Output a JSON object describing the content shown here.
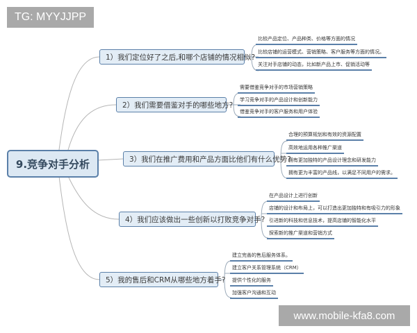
{
  "watermark_top": "TG: MYYJJPP",
  "watermark_bottom": "www.mobile-kfa8.com",
  "root": "9.竞争对手分析",
  "topics": [
    {
      "label": "1）我们定位好了之后,和哪个店铺的情况相似?",
      "leaves": [
        "比较产品定位、产品种类、价格等方面的情况",
        "比较店铺的运营模式、营销策略、客户服务等方面的情况。",
        "关注对手店铺的动态，比如新产品上市、促销活动等"
      ]
    },
    {
      "label": "2）我们需要借鉴对手的哪些地方?",
      "leaves": [
        "需要借鉴竞争对手的市场营销策略",
        "学习竞争对手的产品设计和创新能力",
        "借鉴竞争对手的客户服务和用户体验"
      ]
    },
    {
      "label": "3）我们在推广费用和产品方面比他们有什么优势?",
      "leaves": [
        "合理的预算规划和有效的资源配置",
        "高效地运用各种推广渠道",
        "拥有更加独特的产品设计理念和研发能力",
        "拥有更为丰富的产品线，以满足不同用户的需求。"
      ]
    },
    {
      "label": "4）我们应该做出一些创新以打败竞争对手?",
      "leaves": [
        "在产品设计上进行创新",
        "店铺的设计和布局上，可以打造出更加独特和有吸引力的形象",
        "引进新的科技和信息技术，提高店铺的智能化水平",
        "探索新的推广渠道和营销方式"
      ]
    },
    {
      "label": "5）我的售后和CRM从哪些地方着手?",
      "leaves": [
        "建立完善的售后服务体系。",
        "建立客户关系管理系统（CRM）",
        "提供个性化的服务",
        "加强客户沟通和互动"
      ]
    }
  ]
}
